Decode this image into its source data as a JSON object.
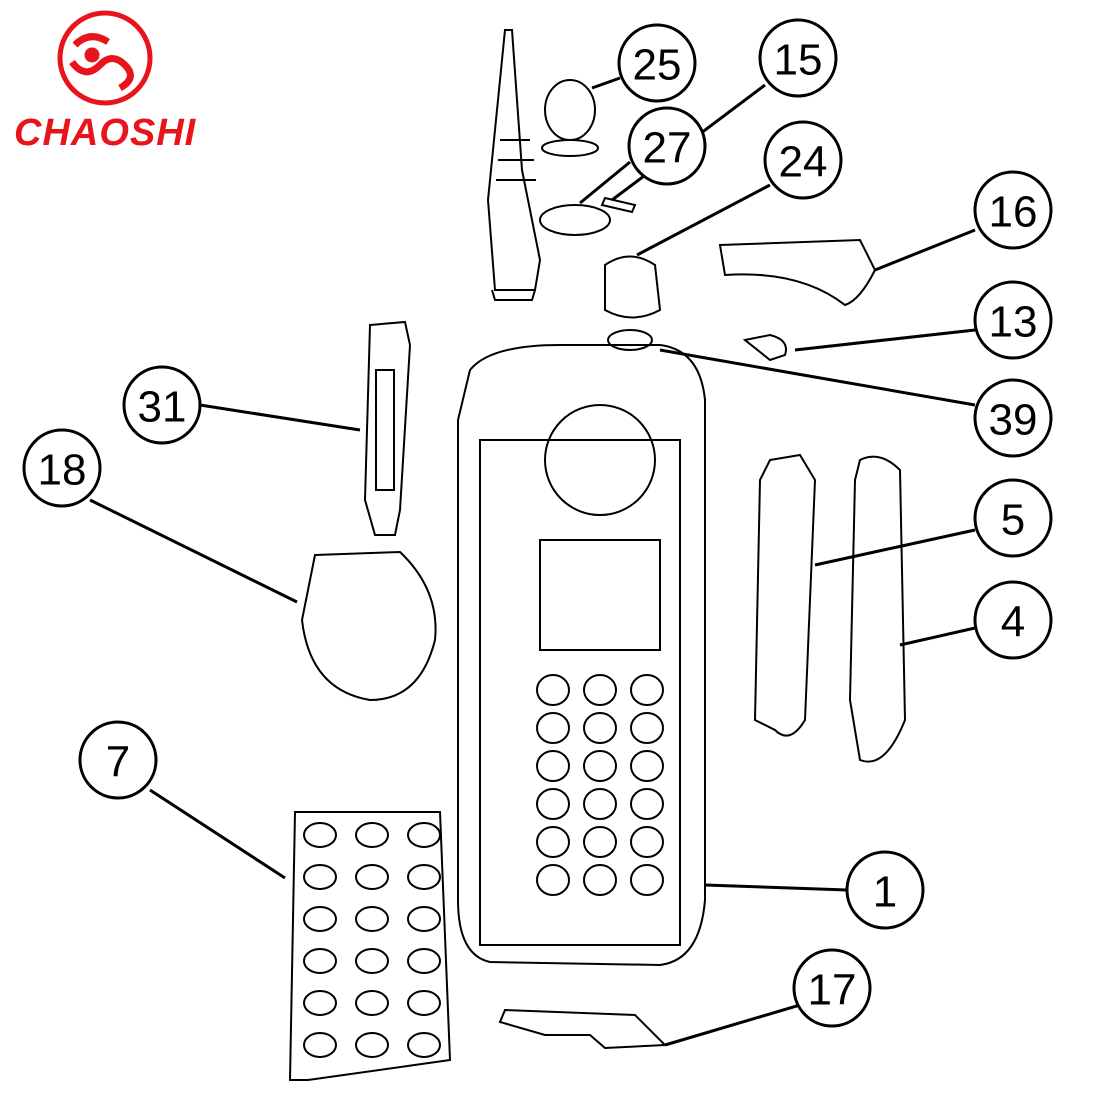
{
  "logo": {
    "text": "CHAOSHI",
    "color": "#e8141c"
  },
  "callouts": [
    {
      "label": "25"
    },
    {
      "label": "15"
    },
    {
      "label": "27"
    },
    {
      "label": "24"
    },
    {
      "label": "16"
    },
    {
      "label": "13"
    },
    {
      "label": "39"
    },
    {
      "label": "31"
    },
    {
      "label": "18"
    },
    {
      "label": "5"
    },
    {
      "label": "4"
    },
    {
      "label": "7"
    },
    {
      "label": "1"
    },
    {
      "label": "17"
    }
  ]
}
